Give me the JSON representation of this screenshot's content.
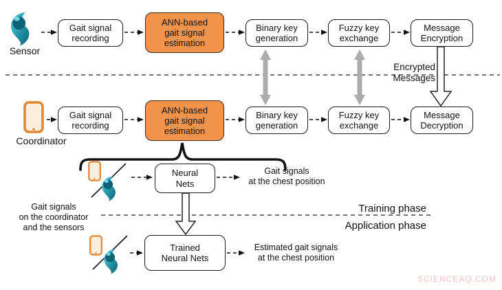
{
  "palette": {
    "highlight_box_fill": "#F2934C",
    "box_border": "#1A1A1A",
    "gray_sync_arrow": "#ACACAC",
    "phone_orange": "#DD8633",
    "sensor_teal": "#17A3BC",
    "watermark_color": "#EFC3C3"
  },
  "devices": {
    "sensor": {
      "label": "Sensor"
    },
    "coordinator": {
      "label": "Coordinator"
    }
  },
  "sensor_row": {
    "recording": "Gait signal\nrecording",
    "estimation": "ANN-based\ngait signal\nestimation",
    "key_generation": "Binary key\ngeneration",
    "key_exchange": "Fuzzy key\nexchange",
    "encryption": "Message\nEncryption"
  },
  "coordinator_row": {
    "recording": "Gait signal\nrecording",
    "estimation": "ANN-based\ngait signal\nestimation",
    "key_generation": "Binary key\ngeneration",
    "key_exchange": "Fuzzy key\nexchange",
    "decryption": "Message\nDecryption"
  },
  "channel": {
    "label": "Encrypted\nMessages"
  },
  "training": {
    "neural_nets": "Neural\nNets",
    "trained_neural_nets": "Trained\nNeural Nets",
    "input_label": "Gait signals\non the coordinator\nand the sensors",
    "output_label": "Gait signals\nat the chest position",
    "estimated_output_label": "Estimated gait signals\nat the chest position",
    "training_phase": "Training phase",
    "application_phase": "Application phase"
  },
  "watermark": {
    "text": "SCIENCEAQ.COM"
  }
}
